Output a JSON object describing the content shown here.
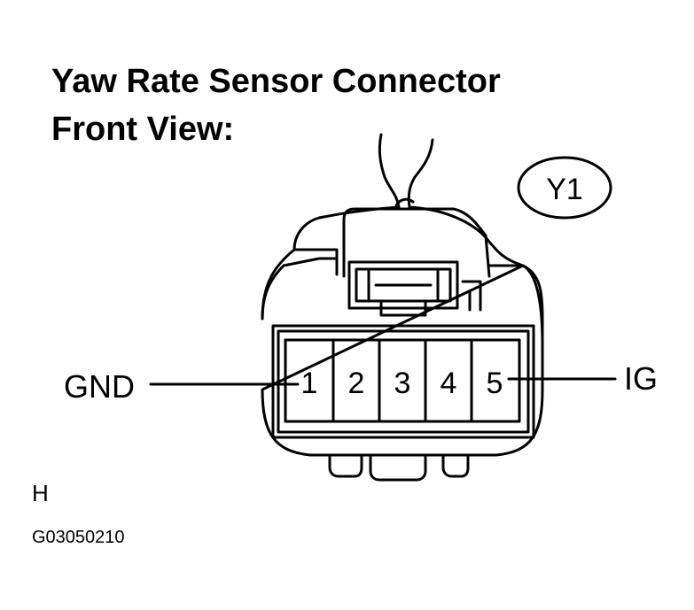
{
  "title_line1": "Yaw Rate Sensor Connector",
  "title_line2": "Front View:",
  "connector_id": "Y1",
  "pins": [
    "1",
    "2",
    "3",
    "4",
    "5"
  ],
  "left_label": "GND",
  "right_label": "IG",
  "corner_mark": "H",
  "figure_code": "G03050210"
}
